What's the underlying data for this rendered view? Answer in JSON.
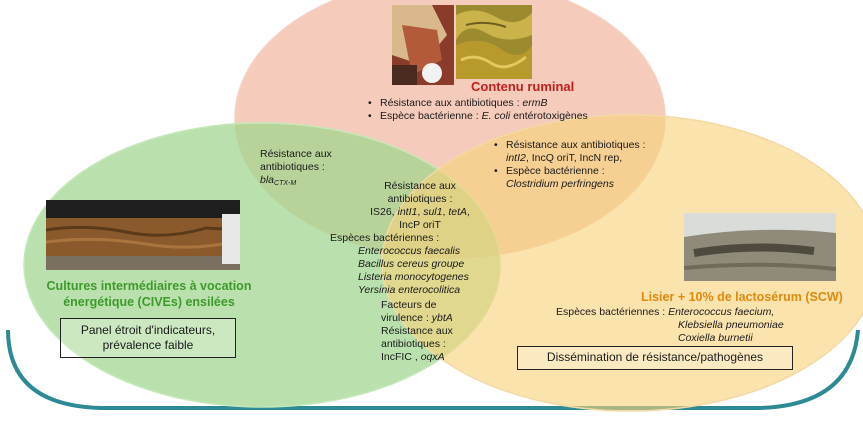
{
  "colors": {
    "red_circle_fill": "#f2b9a4",
    "green_circle_fill": "#9fd68e",
    "yellow_circle_fill": "#f7d27a",
    "frame_arc": "#2b8a94",
    "title_red": "#c0201b",
    "title_green": "#3e9a2c",
    "title_orange": "#e08a0e"
  },
  "ruminal": {
    "title": "Contenu ruminal",
    "line1_prefix": "Résistance aux antibiotiques : ",
    "line1_italic": "ermB",
    "line2_prefix": "Espèce bactérienne : ",
    "line2_italic": "E. coli",
    "line2_suffix": " entérotoxigènes"
  },
  "ruminal_civ": {
    "line1": "Résistance aux",
    "line2": "antibiotiques :",
    "gene_base": "bla",
    "gene_sub": "CTX-M"
  },
  "ruminal_lisier": {
    "l1": "Résistance aux antibiotiques :",
    "l2_italic": "intI2",
    "l2_rest": ", IncQ oriT, IncN rep,",
    "l3": "Espèce bactérienne :",
    "l4_italic": "Clostridium perfringens"
  },
  "center": {
    "l1": "Résistance aux",
    "l2": "antibiotiques :",
    "l3_a": "IS26, ",
    "l3_b": "intI1",
    "l3_c": ", ",
    "l3_d": "sul1",
    "l3_e": ", ",
    "l3_f": "tetA",
    "l3_g": ",",
    "l4": "IncP oriT",
    "l5": "Espèces bactériennes :",
    "species": [
      "Enterococcus faecalis",
      "Bacillus cereus groupe",
      "Listeria monocytogenes",
      "Yersinia enterocolitica"
    ]
  },
  "civ_lisier": {
    "l1": "Facteurs de",
    "l2_prefix": "virulence : ",
    "l2_italic": "ybtA",
    "l3": "Résistance aux",
    "l4": "antibiotiques :",
    "l5_prefix": "IncFIC , ",
    "l5_italic": "oqxA"
  },
  "civ": {
    "title_line1": "Cultures intermédiaires à vocation",
    "title_line2": "énergétique (CIVEs) ensilées",
    "box_line1": "Panel étroit d'indicateurs,",
    "box_line2": "prévalence faible"
  },
  "lisier": {
    "title": "Lisier + 10% de lactosérum (SCW)",
    "species_label": "Espèces bactériennes : ",
    "species": [
      "Enterococcus faecium,",
      "Klebsiella pneumoniae",
      "Coxiella burnetii"
    ],
    "box": "Dissémination de résistance/pathogènes"
  }
}
